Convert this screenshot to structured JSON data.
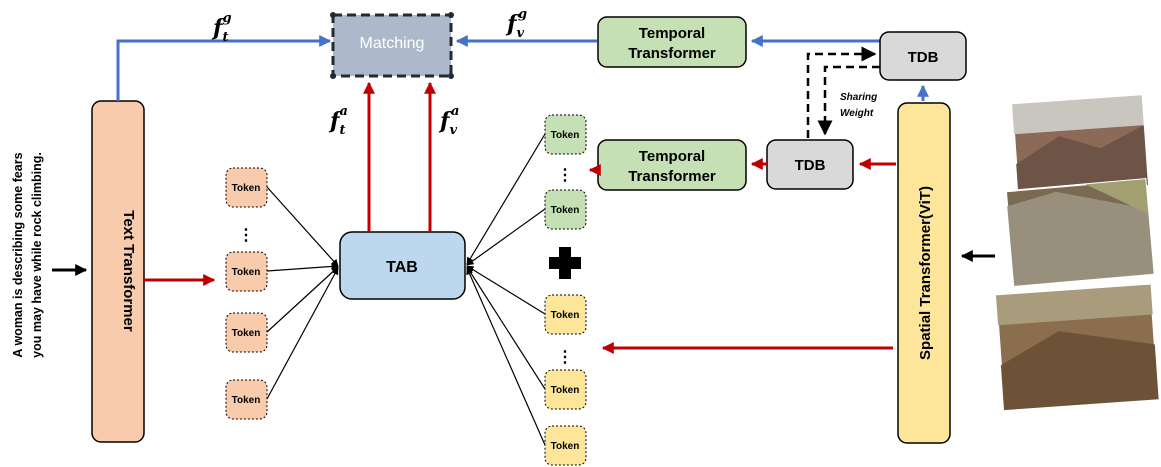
{
  "caption": [
    "A woman is describing some fears",
    "you may have while rock climbing."
  ],
  "text_transformer": "Text Transformer",
  "spatial_transformer": "Spatial Transformer(ViT)",
  "temporal_transformer_top": [
    "Temporal",
    "Transformer"
  ],
  "temporal_transformer_bottom": [
    "Temporal",
    "Transformer"
  ],
  "tdb_top": "TDB",
  "tdb_bottom": "TDB",
  "sharing_weight": [
    "Sharing",
    "Weight"
  ],
  "matching": "Matching",
  "tab": "TAB",
  "token_label": "Token",
  "ellipsis": "⋮",
  "plus_icon": "plus-icon",
  "features": {
    "ftg": {
      "base": "f",
      "sub": "t",
      "sup": "g"
    },
    "fvg": {
      "base": "f",
      "sub": "v",
      "sup": "g"
    },
    "fta": {
      "base": "f",
      "sub": "t",
      "sup": "a"
    },
    "fva": {
      "base": "f",
      "sub": "v",
      "sup": "a"
    }
  },
  "colors": {
    "text_transformer": "#f8cbad",
    "spatial": "#fde699",
    "temporal": "#c5e0b4",
    "tdb": "#d9d9d9",
    "tab": "#bdd7ee",
    "matching": "#adb9ca",
    "blue_arrow": "#4472c4",
    "red_arrow": "#c00000"
  }
}
